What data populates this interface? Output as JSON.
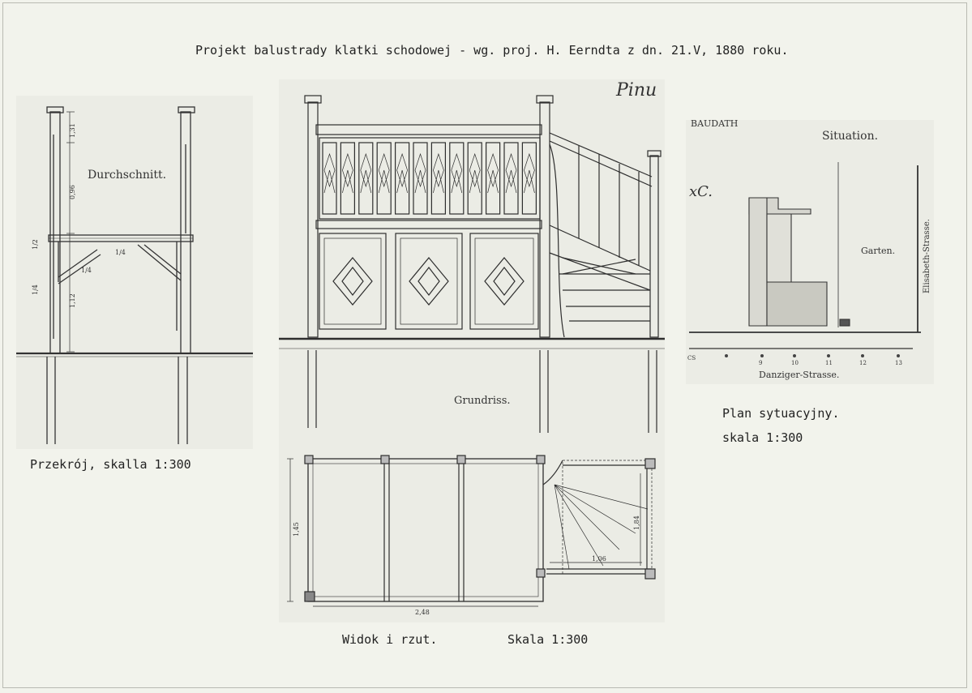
{
  "document": {
    "title": "Projekt balustrady klatki schodowej - wg. proj. H. Eerndta z dn. 21.V, 1880 roku.",
    "left_caption": "Przekrój,  skalla 1:300",
    "center_caption_left": "Widok i rzut.",
    "center_caption_right": "Skala 1:300",
    "right_caption_line1": "Plan sytuacyjny.",
    "right_caption_line2": "skala 1:300"
  },
  "drawings": {
    "section": {
      "label": "Durchschnitt.",
      "dimensions": [
        "1,31",
        "0,96",
        "1/2",
        "1/4",
        "1/4",
        "1,12",
        "1/4"
      ]
    },
    "elevation": {
      "label": "Grundriss.",
      "annotation": "Pinu",
      "dimensions": [
        "1,45",
        "2,48",
        "1,06",
        "1,84"
      ]
    },
    "site_plan": {
      "header": "BAUDATH",
      "title": "Situation.",
      "garden_label": "Garten.",
      "street_right": "Elisabeth-Strasse.",
      "street_bottom": "Danziger-Strasse.",
      "mark": "xC.",
      "street_numbers": [
        "CS",
        "9",
        "10",
        "11",
        "12",
        "13"
      ]
    }
  }
}
